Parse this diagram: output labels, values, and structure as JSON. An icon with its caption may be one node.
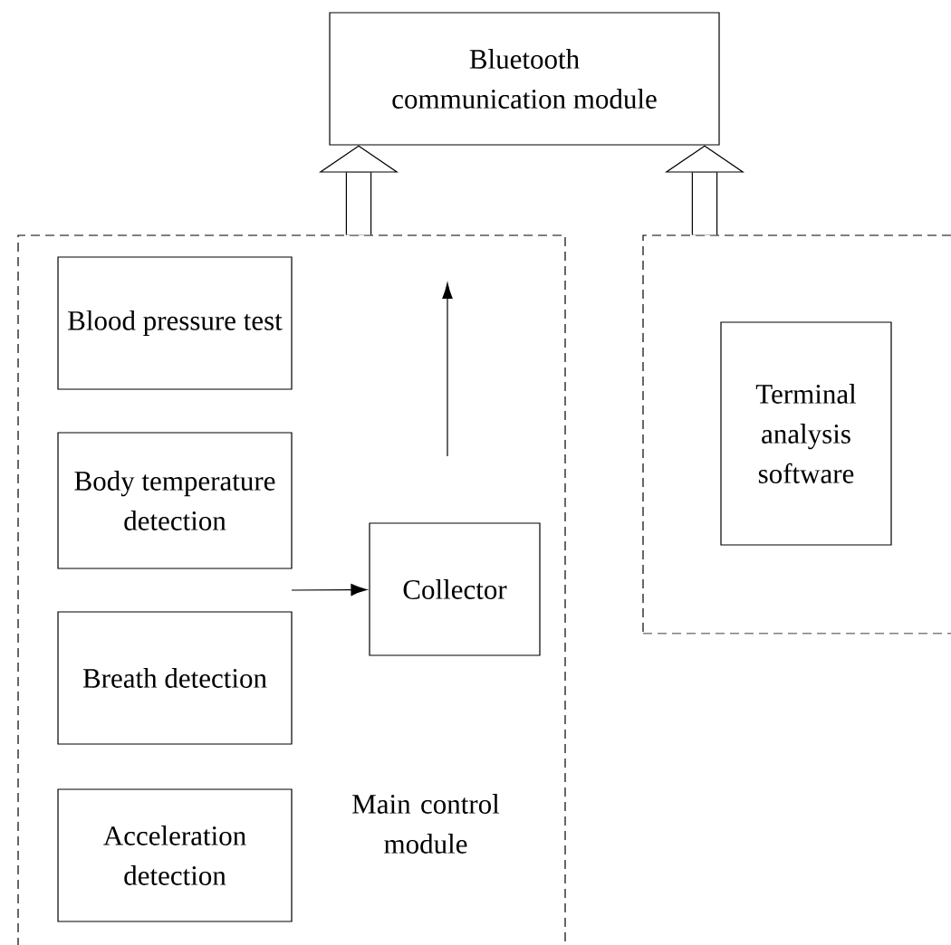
{
  "diagram": {
    "nodes": [
      {
        "text": [
          "Bluetooth communication module"
        ]
      },
      {
        "text": [
          "Main control module"
        ]
      },
      {
        "text": [
          "Blood pressure test"
        ],
        "in": 1
      },
      {
        "text": [
          "Body temperature detection"
        ],
        "in": 1
      },
      {
        "text": [
          "Collector"
        ],
        "in": 1
      },
      {
        "text": [
          "Breath detection"
        ],
        "in": 1
      },
      {
        "text": [
          "Acceleration detection"
        ],
        "in": 1
      },
      {
        "text": [],
        "shape": "box"
      },
      {
        "text": [
          "Terminal analysis software"
        ],
        "in": 7
      }
    ],
    "edges": [
      {
        "from": 1,
        "to": 0,
        "arrow": "to"
      },
      {
        "from": 7,
        "to": 0,
        "arrow": "to"
      },
      {
        "from": null,
        "to": 4,
        "arrow": "to"
      }
    ]
  }
}
